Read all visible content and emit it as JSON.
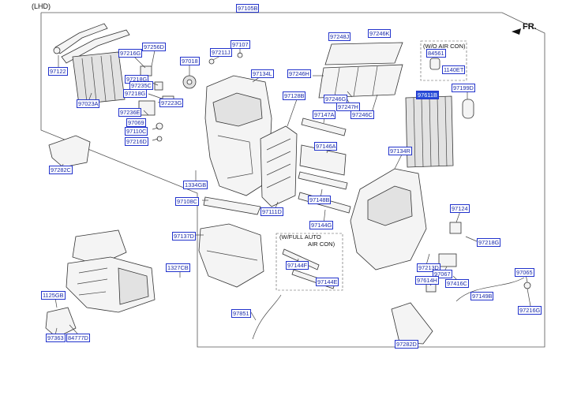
{
  "header": {
    "variant": "(LHD)",
    "direction": "FR."
  },
  "notes": {
    "wo_aircon": "(W/O AIR CON)",
    "full_auto_line1": "(W/FULL AUTO",
    "full_auto_line2": "AIR CON)"
  },
  "labels": {
    "p97105B": "97105B",
    "p97122": "97122",
    "p97256D": "97256D",
    "p97216G": "97216G",
    "p97107": "97107",
    "p97211J": "97211J",
    "p97018": "97018",
    "p97248J": "97248J",
    "p97246K": "97246K",
    "p84561": "84561",
    "p1140ET": "1140ET",
    "p97023A": "97023A",
    "p97218G_a": "97218G",
    "p97235C": "97235C",
    "p97218G_b": "97218G",
    "p97223G": "97223G",
    "p97134L": "97134L",
    "p97246H": "97246H",
    "p97246G": "97246G",
    "p97247H": "97247H",
    "p97246C": "97246C",
    "p97611B": "97611B",
    "p97199D": "97199D",
    "p97128B": "97128B",
    "p97236E": "97236E",
    "p97069": "97069",
    "p97110C": "97110C",
    "p97216D": "97216D",
    "p97147A": "97147A",
    "p97146A": "97146A",
    "p97134R": "97134R",
    "p97282C": "97282C",
    "p1334GB": "1334GB",
    "p97108C": "97108C",
    "p97111D": "97111D",
    "p97148B": "97148B",
    "p97144G": "97144G",
    "p97124": "97124",
    "p97137D": "97137D",
    "p97218G_c": "97218G",
    "p97144F": "97144F",
    "p97213D": "97213D",
    "p97067": "97067",
    "p97065": "97065",
    "p1327CB": "1327CB",
    "p97614H": "97614H",
    "p97416C": "97416C",
    "p97144E": "97144E",
    "p97149B": "97149B",
    "p1125GB": "1125GB",
    "p97851": "97851",
    "p97216G_b": "97216G",
    "p97363": "97363",
    "p84777D": "84777D",
    "p97282D": "97282D"
  },
  "colors": {
    "label_border": "#2233cc",
    "label_text": "#1a2aa8",
    "highlight": "#2a4fd8"
  }
}
